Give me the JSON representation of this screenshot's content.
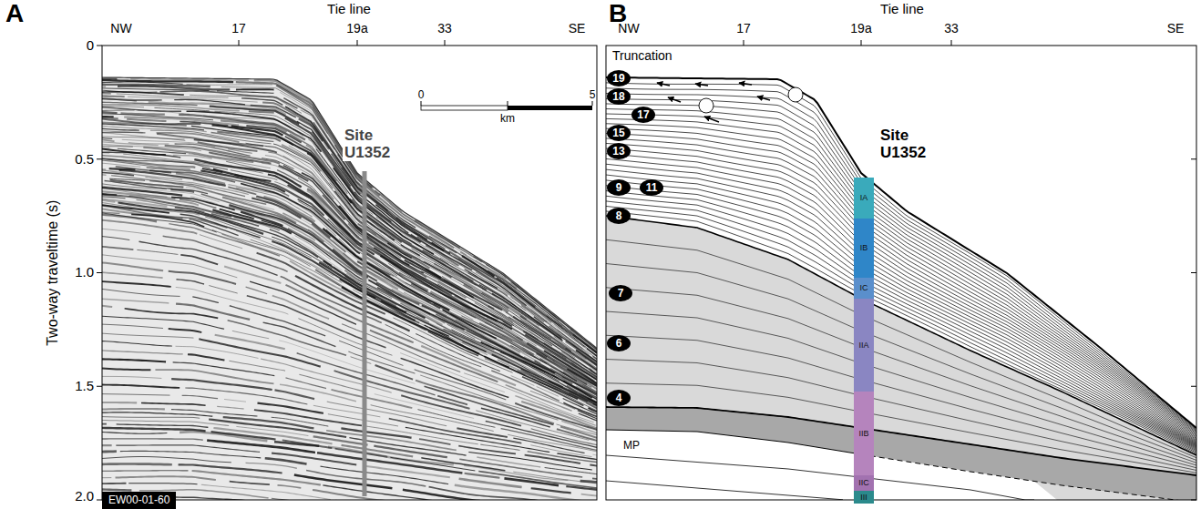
{
  "diagram": {
    "nodes": [
      {
        "text": [
          "19"
        ]
      },
      {
        "text": [
          "18"
        ]
      },
      {
        "text": [
          "17"
        ]
      },
      {
        "text": [
          "15"
        ]
      },
      {
        "text": [
          "13"
        ]
      },
      {
        "text": [
          "9"
        ]
      },
      {
        "text": [
          "11"
        ]
      },
      {
        "text": [
          "8"
        ]
      },
      {
        "text": [
          "7"
        ]
      },
      {
        "text": [
          "6"
        ]
      },
      {
        "text": [
          "4"
        ]
      },
      {
        "text": [
          "IA"
        ]
      },
      {
        "text": [
          "IB"
        ]
      },
      {
        "text": [
          "IC"
        ]
      },
      {
        "text": [
          "IIA"
        ]
      },
      {
        "text": [
          "IIB"
        ]
      },
      {
        "text": [
          "IIC"
        ]
      },
      {
        "text": [
          "III"
        ]
      }
    ],
    "labels": [
      "A",
      "Tie line",
      "NW",
      "17",
      "19a",
      "33",
      "SE",
      "0",
      "5",
      "km",
      "Site U1352",
      "Two-way traveltime (s)",
      "0",
      "0.5",
      "1.0",
      "1.5",
      "2.0",
      "EW00-01-60",
      "B",
      "Tie line",
      "NW",
      "17",
      "19a",
      "33",
      "SE",
      "Truncation",
      "Site U1352",
      "MP"
    ]
  }
}
